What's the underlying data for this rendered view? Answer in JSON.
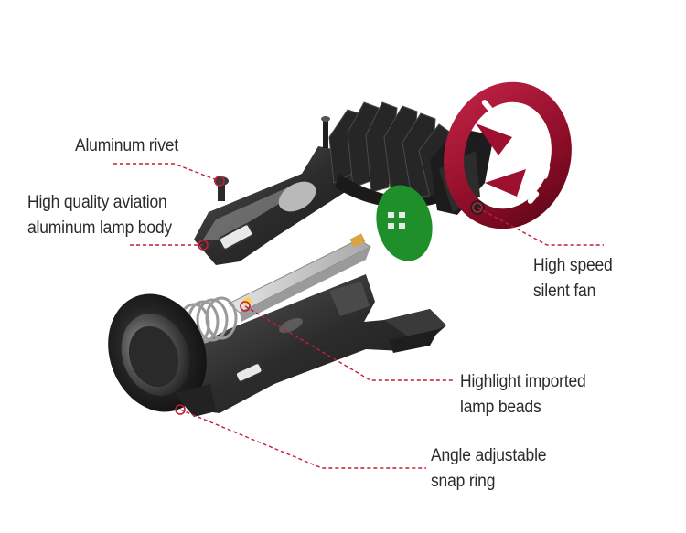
{
  "colors": {
    "leader": "#c21e36",
    "body_dark": "#2e2e2e",
    "fan_red": "#9e1030",
    "pcb_green": "#1f8f2a",
    "text": "#2b2b2b"
  },
  "labels": {
    "rivet": {
      "lines": [
        "Aluminum rivet"
      ]
    },
    "body": {
      "lines": [
        "High quality aviation",
        "aluminum lamp body"
      ]
    },
    "fan": {
      "lines": [
        "High speed",
        "silent fan"
      ]
    },
    "beads": {
      "lines": [
        "Highlight imported",
        "lamp beads"
      ]
    },
    "ring": {
      "lines": [
        "Angle adjustable",
        "snap ring"
      ]
    }
  }
}
